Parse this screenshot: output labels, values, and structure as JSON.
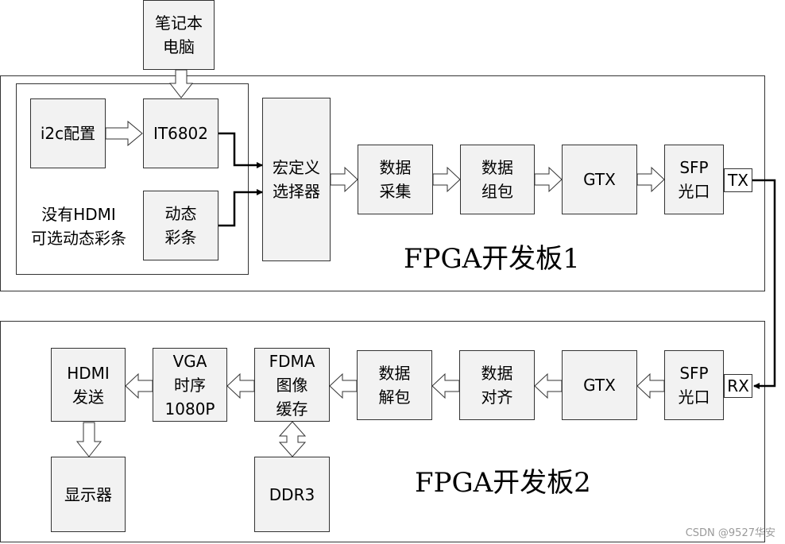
{
  "boards": {
    "board1_title": "FPGA开发板1",
    "board2_title": "FPGA开发板2"
  },
  "nodes": {
    "laptop": "笔记本\n电脑",
    "i2c_config": "i2c配置",
    "it6802": "IT6802",
    "dynamic_bars": "动态\n彩条",
    "no_hdmi_note": "没有HDMI\n可选动态彩条",
    "mux": "宏定义\n选择器",
    "data_capture": "数据\n采集",
    "data_pack": "数据\n组包",
    "gtx_tx": "GTX",
    "sfp_tx": "SFP\n光口",
    "tx_port": "TX",
    "rx_port": "RX",
    "sfp_rx": "SFP\n光口",
    "gtx_rx": "GTX",
    "data_align": "数据\n对齐",
    "data_unpack": "数据\n解包",
    "fdma": "FDMA\n图像\n缓存",
    "ddr3": "DDR3",
    "vga_timing": "VGA\n时序\n1080P",
    "hdmi_send": "HDMI\n发送",
    "display": "显示器"
  },
  "watermark": "CSDN @9527华安"
}
